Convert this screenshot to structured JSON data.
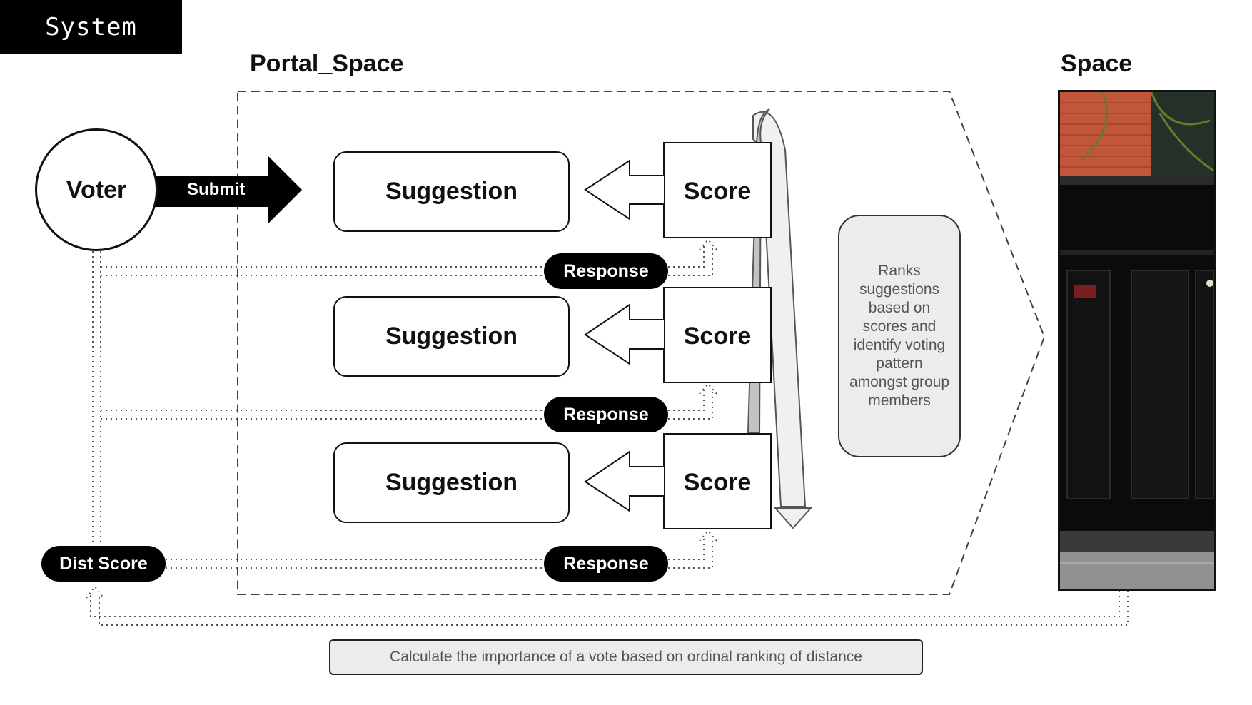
{
  "system_tag": "System",
  "portal_title": "Portal_Space",
  "space_title": "Space",
  "voter": {
    "label": "Voter",
    "submit_label": "Submit"
  },
  "suggestions": [
    "Suggestion",
    "Suggestion",
    "Suggestion"
  ],
  "scores": [
    "Score",
    "Score",
    "Score"
  ],
  "responses": [
    "Response",
    "Response",
    "Response"
  ],
  "dist_score": "Dist Score",
  "ranks_note": "Ranks suggestions based on scores and identify voting pattern amongst group members",
  "calc_note": "Calculate the importance of a vote based on ordinal ranking of distance",
  "colors": {
    "primary": "#000000",
    "panel": "#ececec",
    "brick": "#c2563a",
    "note_text": "#555555"
  }
}
